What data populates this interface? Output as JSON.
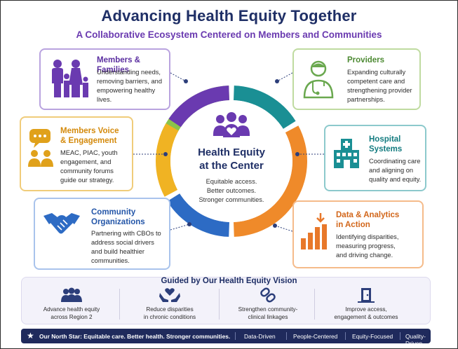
{
  "title": "Advancing Health Equity Together",
  "subtitle": "A Collaborative Ecosystem Centered on Members and Communities",
  "center": {
    "title_line1": "Health Equity",
    "title_line2": "at the Center",
    "lines": [
      "Equitable access.",
      "Better outcomes.",
      "Stronger communities."
    ]
  },
  "cards": {
    "members_families": {
      "title": "Members & Families",
      "lines": [
        "Understanding needs,",
        "removing barriers, and",
        "empowering healthy",
        "lives."
      ],
      "color": "#6a3ab0"
    },
    "members_voice": {
      "title_line1": "Members Voice",
      "title_line2": "& Engagement",
      "lines": [
        "MEAC, PIAC, youth",
        "engagement, and",
        "community forums",
        "guide our strategy."
      ],
      "color": "#e0a11b"
    },
    "community_orgs": {
      "title_line1": "Community",
      "title_line2": "Organizations",
      "lines": [
        "Partnering with CBOs to",
        "address social drivers",
        "and build healthier",
        "communities."
      ],
      "color": "#2d6bc4"
    },
    "providers": {
      "title": "Providers",
      "lines": [
        "Expanding culturally",
        "competent care and",
        "strengthening provider",
        "partnerships."
      ],
      "color": "#6aa84f"
    },
    "hospital_systems": {
      "title_line1": "Hospital",
      "title_line2": "Systems",
      "lines": [
        "Coordinating care",
        "and aligning on",
        "quality and equity."
      ],
      "color": "#1a8f94"
    },
    "data_analytics": {
      "title_line1": "Data & Analytics",
      "title_line2": "in Action",
      "lines": [
        "Identifying disparities,",
        "measuring progress,",
        "and driving change."
      ],
      "color": "#e8782a"
    }
  },
  "vision": {
    "title": "Guided by Our Health Equity Vision",
    "items": [
      {
        "line1": "Advance health equity",
        "line2": "across Region 2"
      },
      {
        "line1": "Reduce disparities",
        "line2": "in chronic conditions"
      },
      {
        "line1": "Strengthen community-",
        "line2": "clinical linkages"
      },
      {
        "line1": "Improve access,",
        "line2": "engagement & outcomes"
      }
    ]
  },
  "footer": {
    "north_star": "Our North Star: Equitable care. Better health. Stronger communities.",
    "tags": [
      "Data-Driven",
      "People-Centered",
      "Equity-Focused",
      "Quality-Driven"
    ]
  },
  "colors": {
    "navy": "#1f2f66",
    "purple": "#6a3ab0",
    "green": "#8bc34a",
    "teal": "#1a8f94",
    "orange": "#ef8a2a",
    "blue": "#2d6bc4",
    "yellow": "#f0b323"
  }
}
